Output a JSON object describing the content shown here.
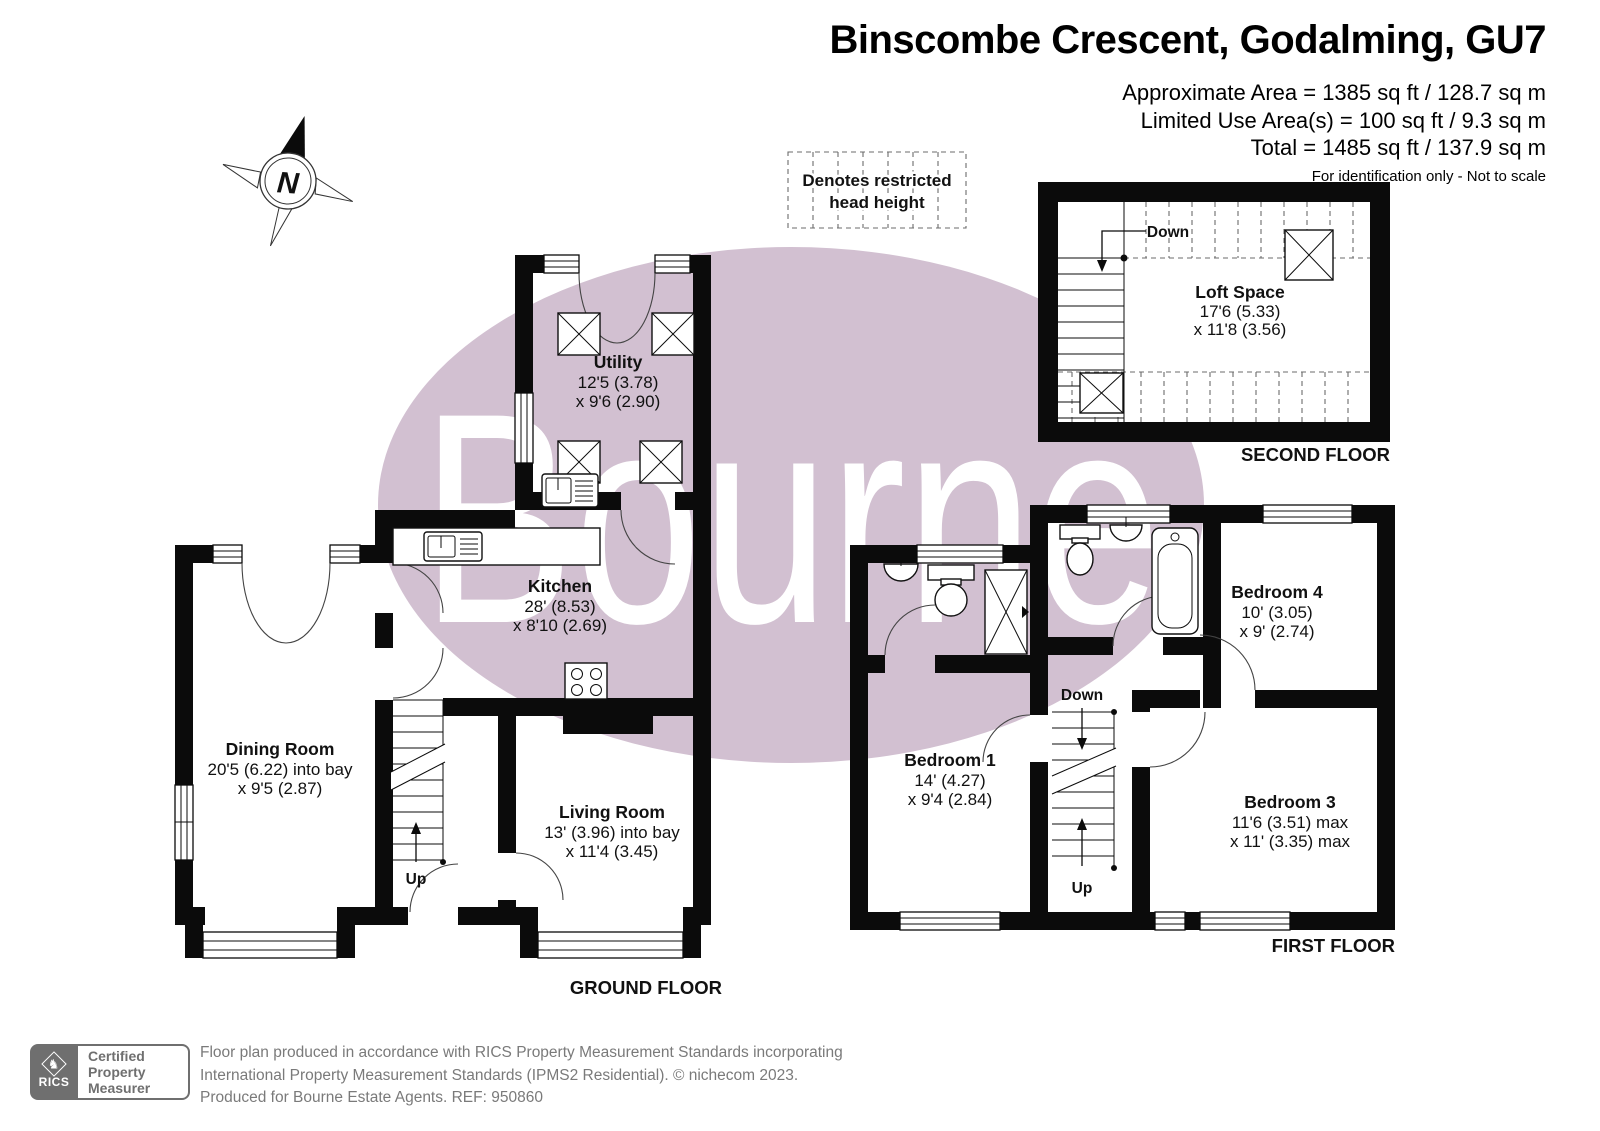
{
  "header": {
    "title": "Binscombe Crescent, Godalming, GU7",
    "area_line1": "Approximate Area = 1385 sq ft / 128.7 sq m",
    "area_line2": "Limited Use Area(s) = 100 sq ft / 9.3 sq m",
    "area_line3": "Total = 1485 sq ft / 137.9 sq m",
    "note": "For identification only - Not to scale"
  },
  "legend": {
    "restricted_line1": "Denotes restricted",
    "restricted_line2": "head height"
  },
  "compass": {
    "north_label": "N"
  },
  "watermark": {
    "text": "Bourne",
    "ellipse_color": "#d2c0d1",
    "text_color": "#ffffff"
  },
  "floors": {
    "ground": {
      "caption": "GROUND FLOOR",
      "stairs_up_label": "Up",
      "rooms": {
        "utility": {
          "name": "Utility",
          "dim1": "12'5 (3.78)",
          "dim2": "x 9'6 (2.90)"
        },
        "kitchen": {
          "name": "Kitchen",
          "dim1": "28' (8.53)",
          "dim2": "x 8'10 (2.69)"
        },
        "dining": {
          "name": "Dining Room",
          "dim1": "20'5 (6.22) into bay",
          "dim2": "x 9'5 (2.87)"
        },
        "living": {
          "name": "Living Room",
          "dim1": "13' (3.96) into bay",
          "dim2": "x 11'4 (3.45)"
        }
      }
    },
    "first": {
      "caption": "FIRST FLOOR",
      "stairs_down_label": "Down",
      "stairs_up_label": "Up",
      "rooms": {
        "bedroom1": {
          "name": "Bedroom 1",
          "dim1": "14' (4.27)",
          "dim2": "x 9'4 (2.84)"
        },
        "bedroom3": {
          "name": "Bedroom 3",
          "dim1": "11'6 (3.51) max",
          "dim2": "x 11' (3.35) max"
        },
        "bedroom4": {
          "name": "Bedroom 4",
          "dim1": "10' (3.05)",
          "dim2": "x 9' (2.74)"
        }
      }
    },
    "second": {
      "caption": "SECOND FLOOR",
      "stairs_down_label": "Down",
      "rooms": {
        "loft": {
          "name": "Loft Space",
          "dim1": "17'6 (5.33)",
          "dim2": "x 11'8 (3.56)"
        }
      }
    }
  },
  "footer": {
    "rics_badge": {
      "org": "RICS",
      "line1": "Certified",
      "line2": "Property",
      "line3": "Measurer"
    },
    "disclaimer_line1": "Floor plan produced in accordance with RICS Property Measurement Standards incorporating",
    "disclaimer_line2": "International Property Measurement Standards (IPMS2 Residential).   © nichecom 2023.",
    "disclaimer_line3": "Produced for Bourne Estate Agents.   REF:  950860"
  }
}
